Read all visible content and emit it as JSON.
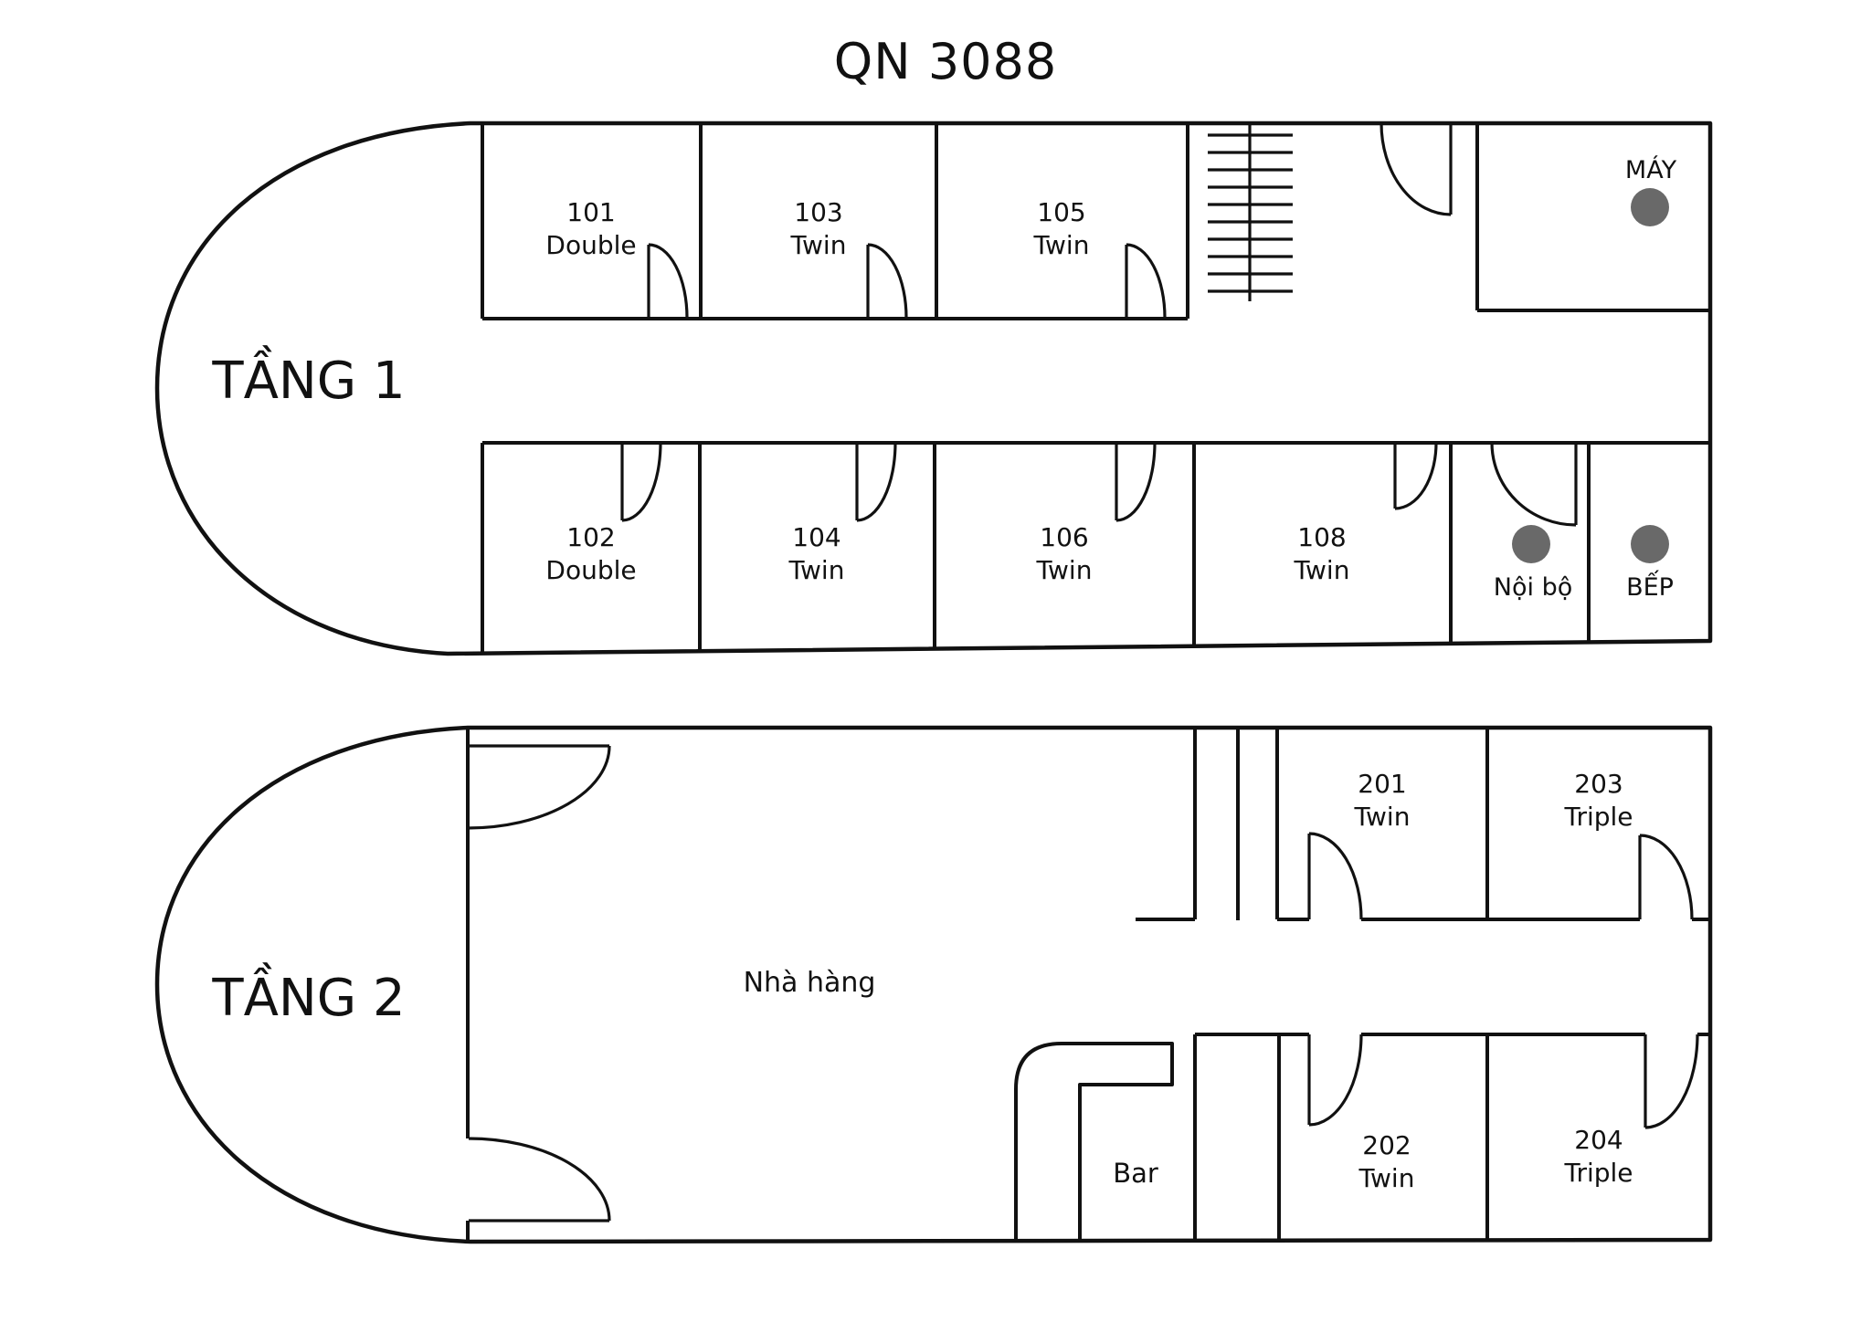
{
  "title": "QN 3088",
  "colors": {
    "line": "#111111",
    "marker": "#696969"
  },
  "floor1": {
    "label": "TẦNG 1",
    "rooms": {
      "r101": {
        "number": "101",
        "type": "Double"
      },
      "r103": {
        "number": "103",
        "type": "Twin"
      },
      "r105": {
        "number": "105",
        "type": "Twin"
      },
      "r102": {
        "number": "102",
        "type": "Double"
      },
      "r104": {
        "number": "104",
        "type": "Twin"
      },
      "r106": {
        "number": "106",
        "type": "Twin"
      },
      "r108": {
        "number": "108",
        "type": "Twin"
      }
    },
    "areas": {
      "engine": "MÁY",
      "staff": "Nội bộ",
      "kitchen": "BẾP"
    }
  },
  "floor2": {
    "label": "TẦNG 2",
    "restaurant": "Nhà hàng",
    "bar": "Bar",
    "rooms": {
      "r201": {
        "number": "201",
        "type": "Twin"
      },
      "r203": {
        "number": "203",
        "type": "Triple"
      },
      "r202": {
        "number": "202",
        "type": "Twin"
      },
      "r204": {
        "number": "204",
        "type": "Triple"
      }
    }
  }
}
